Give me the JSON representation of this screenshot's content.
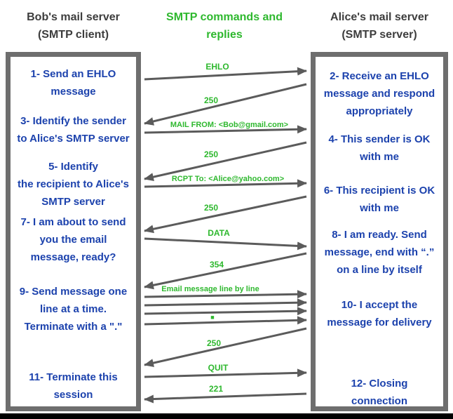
{
  "title": "SMTP commands and replies",
  "headers": {
    "left": "Bob's mail server\n(SMTP client)",
    "center": "SMTP commands and\nreplies",
    "right": "Alice's mail server\n(SMTP server)"
  },
  "client_steps": [
    "1- Send an EHLO\nmessage",
    "3- Identify the sender\nto Alice's SMTP server",
    "5- Identify\nthe recipient to Alice's\nSMTP server",
    "7- I am about to send\nyou the email\nmessage, ready?",
    "9- Send message one\nline at a time.\nTerminate with a \".\"",
    "11- Terminate this\nsession"
  ],
  "server_steps": [
    "2- Receive an EHLO\nmessage and respond\nappropriately",
    "4- This sender is OK\nwith me",
    "6- This recipient is OK\nwith me",
    "8-  I am ready. Send\nmessage, end with “.”\non a line by itself",
    "10-  I accept the\nmessage for delivery",
    "12-  Closing\nconnection"
  ],
  "messages": [
    {
      "label": "EHLO",
      "direction": "client-to-server"
    },
    {
      "label": "250",
      "direction": "server-to-client"
    },
    {
      "label": "MAIL FROM: <Bob@gmail.com>",
      "direction": "client-to-server"
    },
    {
      "label": "250",
      "direction": "server-to-client"
    },
    {
      "label": "RCPT To: <Alice@yahoo.com>",
      "direction": "client-to-server"
    },
    {
      "label": "250",
      "direction": "server-to-client"
    },
    {
      "label": "DATA",
      "direction": "client-to-server"
    },
    {
      "label": "354",
      "direction": "server-to-client"
    },
    {
      "label": "Email message line by line",
      "direction": "client-to-server"
    },
    {
      "label": "■",
      "direction": "client-to-server"
    },
    {
      "label": "250",
      "direction": "server-to-client"
    },
    {
      "label": "QUIT",
      "direction": "client-to-server"
    },
    {
      "label": "221",
      "direction": "server-to-client"
    }
  ],
  "colors": {
    "step_text": "#1c42ad",
    "command_text": "#2eb82e",
    "arrow": "#5b5b5b",
    "box_border": "#6e6e6e",
    "header_text": "#3d3d3d"
  }
}
